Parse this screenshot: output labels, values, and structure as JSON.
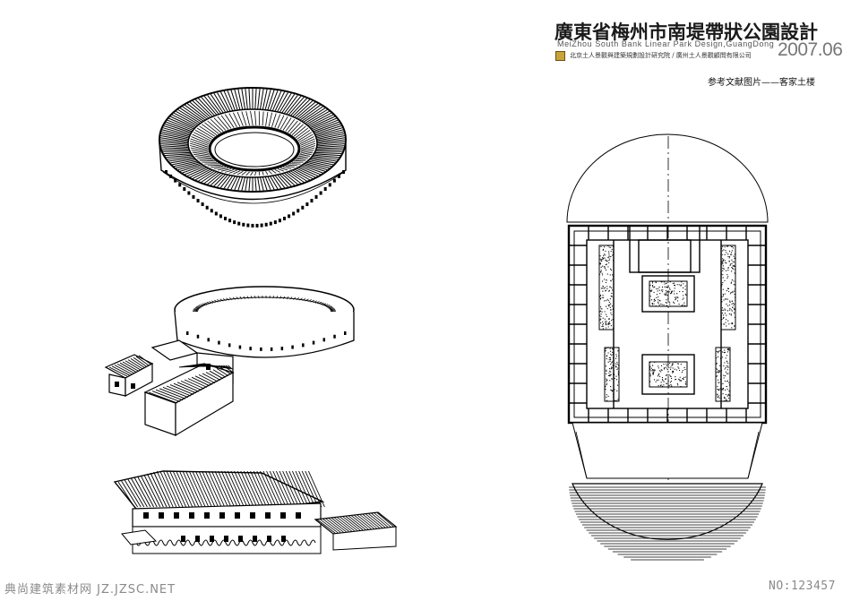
{
  "header": {
    "title": "廣東省梅州市南堤帶狀公園設計",
    "subtitle": "MeiZhou South Bank Linear Park Design,GuangDong",
    "year": "2007.06",
    "organizations": "北京土人景觀與建築規劃設計研究院 / 廣州土人景觀顧問有限公司",
    "logo_color": "#c8a23a"
  },
  "caption": "参考文献图片——客家土楼",
  "drawings": [
    {
      "name": "round-tulou-roof-view"
    },
    {
      "name": "round-tulou-with-houses"
    },
    {
      "name": "square-tulou-elevation"
    },
    {
      "name": "tulou-floor-plan"
    }
  ],
  "footer": {
    "watermark": "典尚建筑素材网 JZ.JZSC.NET",
    "number": "NO:123457"
  }
}
